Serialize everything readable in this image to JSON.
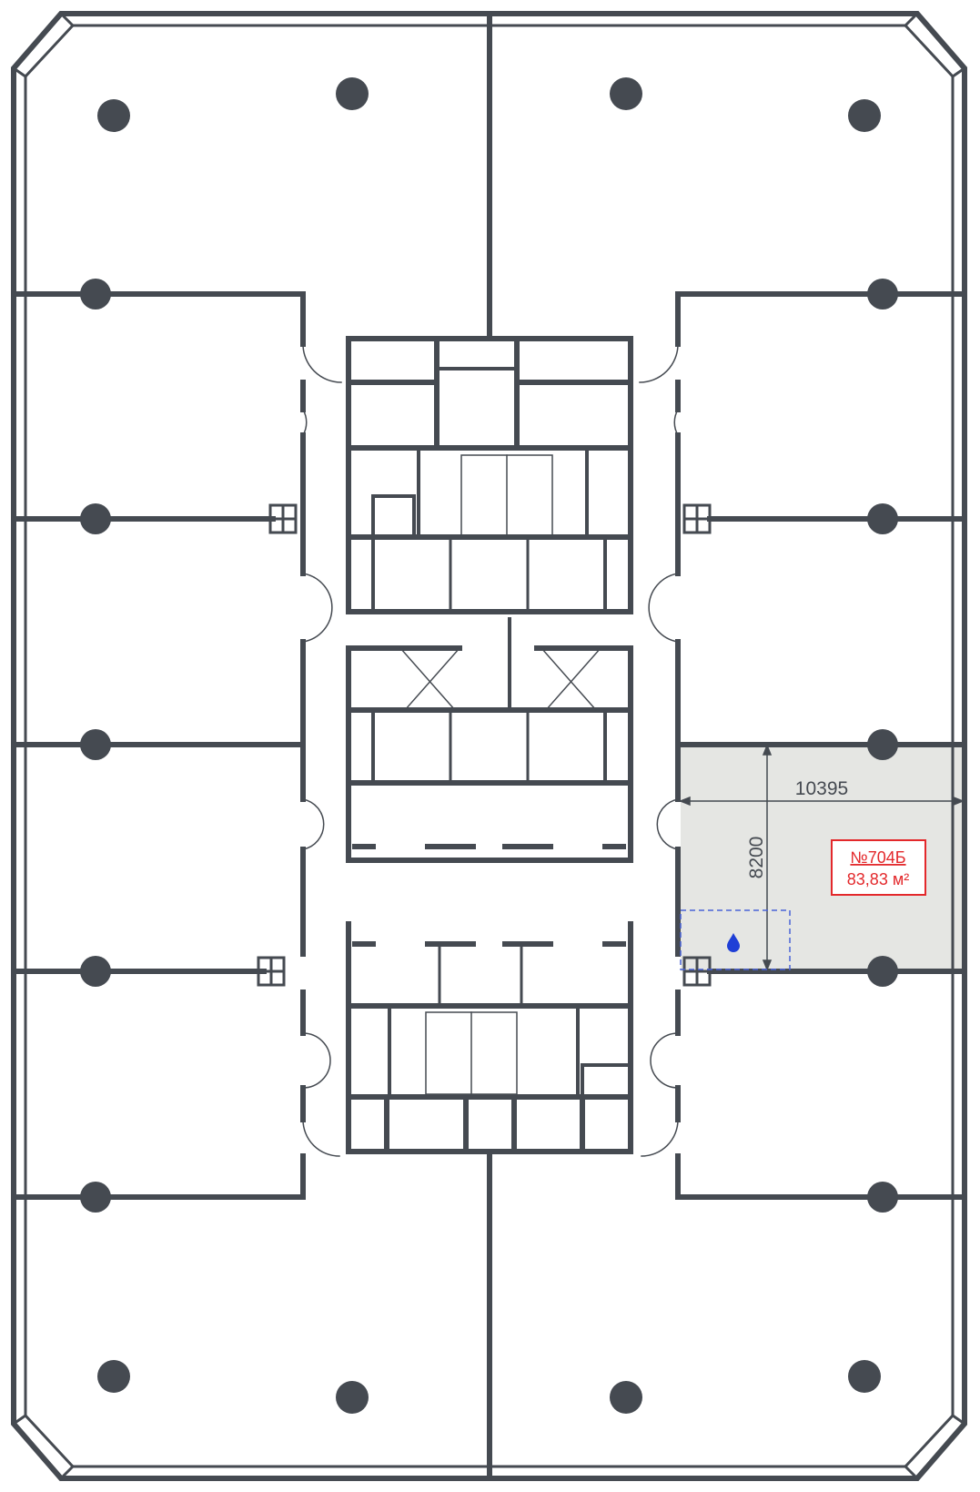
{
  "plan": {
    "unit": {
      "number": "№704Б",
      "area": "83,83 м²"
    },
    "dimensions": {
      "width": "10395",
      "depth": "8200"
    },
    "colors": {
      "wall": "#454a51",
      "highlight_fill": "#e5e6e3",
      "label_red": "#e3282b",
      "water_blue": "#1f3fd6",
      "dashed_blue": "#4a63d8"
    }
  }
}
